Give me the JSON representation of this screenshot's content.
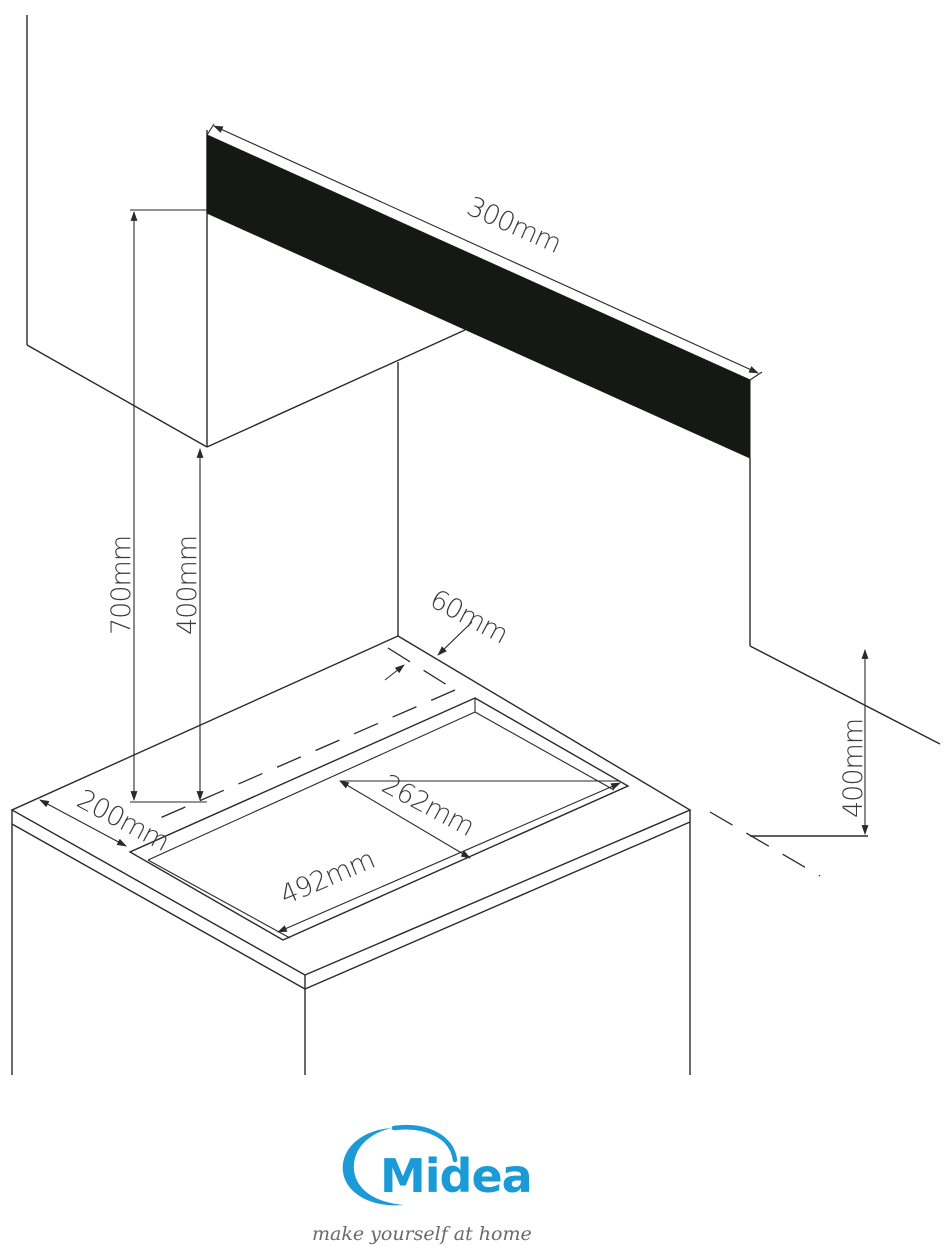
{
  "dimensions": {
    "hood_width": "300mm",
    "height_total": "700mm",
    "height_wall_unit": "400mm",
    "offset_back": "60mm",
    "depth_cutout": "262mm",
    "width_cutout": "492mm",
    "offset_front": "200mm",
    "height_side_unit": "400mm"
  },
  "brand": {
    "name": "Midea",
    "tagline": "make yourself at home",
    "color": "#1a9bd7"
  }
}
